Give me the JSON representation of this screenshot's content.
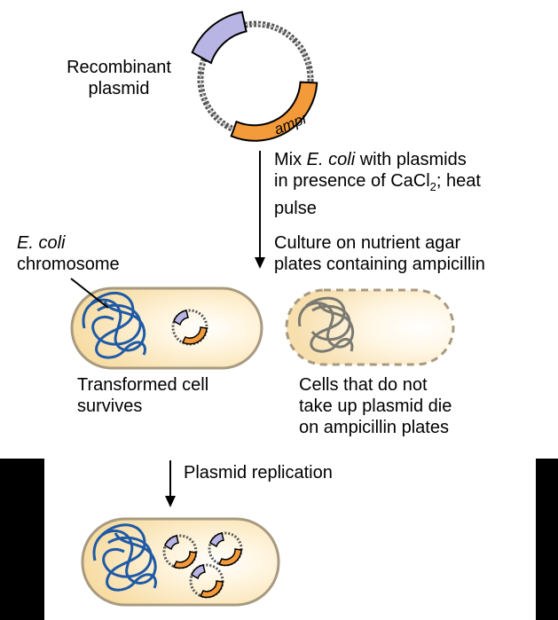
{
  "labels": {
    "recombinant_line1": "Recombinant",
    "recombinant_line2": "plasmid",
    "ampr": "ampr",
    "mix_pre": "Mix ",
    "mix_ecoli": "E. coli",
    "mix_post": " with plasmids",
    "presence_pre": "in presence of CaCl",
    "presence_sub": "2",
    "presence_post": "; heat",
    "pulse": "pulse",
    "culture_line1": "Culture on nutrient agar",
    "culture_line2": "plates containing ampicillin",
    "ecoli_italic": "E. coli",
    "chromosome": "chromosome",
    "transformed_line1": "Transformed cell",
    "transformed_line2": "survives",
    "nodie_line1": "Cells that do not",
    "nodie_line2": "take up plasmid die",
    "nodie_line3": "on ampicillin plates",
    "replication": "Plasmid replication"
  },
  "colors": {
    "cell_fill": "#fbe6b8",
    "cell_outline": "#a89a80",
    "chromosome": "#1f5aa6",
    "dead_chromosome": "#7a7a72",
    "plasmid_purple": "#b8b4e4",
    "plasmid_orange": "#f39a3a",
    "background_band": "#000000"
  }
}
